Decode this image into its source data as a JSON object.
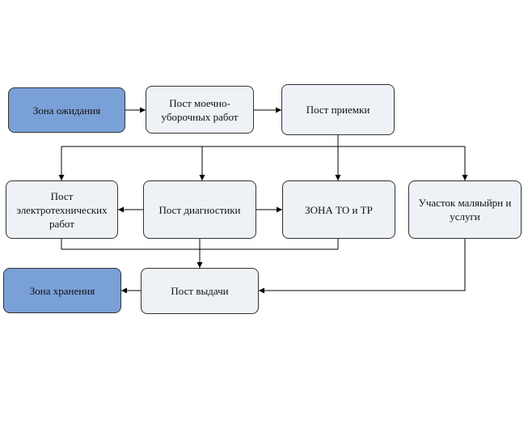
{
  "colors": {
    "storage_fill": "#7aa0d8",
    "post_fill": "#eef1f6",
    "border": "#333333",
    "arrow": "#000000"
  },
  "nodes": {
    "waiting_zone": "Зона ожидания",
    "wash_post": "Пост моечно-уборочных работ",
    "reception_post": "Пост приемки",
    "electrical_post": "Пост электротехнических работ",
    "diagnostics_post": "Пост диагностики",
    "maintenance_zone": "ЗОНА ТО и ТР",
    "painting_section": "Участок маляыйрн и услуги",
    "storage_zone": "Зона хранения",
    "delivery_post": "Пост выдачи"
  }
}
